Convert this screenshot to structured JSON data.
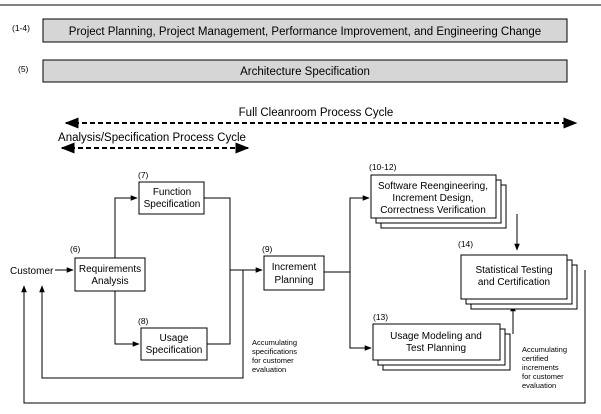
{
  "top_bars": [
    {
      "tag": "(1-4)",
      "label": "Project Planning, Project Management, Performance Improvement, and Engineering Change"
    },
    {
      "tag": "(5)",
      "label": "Architecture Specification"
    }
  ],
  "cycles": {
    "full": "Full Cleanroom Process Cycle",
    "analysis": "Analysis/Specification Process Cycle"
  },
  "customer": "Customer",
  "boxes": {
    "function_spec": {
      "tag": "(7)",
      "lines": [
        "Function",
        "Specification"
      ]
    },
    "requirements": {
      "tag": "(6)",
      "lines": [
        "Requirements",
        "Analysis"
      ]
    },
    "usage_spec": {
      "tag": "(8)",
      "lines": [
        "Usage",
        "Specification"
      ]
    },
    "increment_planning": {
      "tag": "(9)",
      "lines": [
        "Increment",
        "Planning"
      ]
    },
    "software_reeng": {
      "tag": "(10-12)",
      "lines": [
        "Software Reengineering,",
        "Increment Design,",
        "Correctness Verification"
      ]
    },
    "statistical_testing": {
      "tag": "(14)",
      "lines": [
        "Statistical Testing",
        "and  Certification"
      ]
    },
    "usage_modeling": {
      "tag": "(13)",
      "lines": [
        "Usage Modeling and",
        "Test Planning"
      ]
    }
  },
  "notes": {
    "accum_specs": [
      "Accumulating",
      "specifications",
      "for customer",
      "evaluation"
    ],
    "accum_certified": [
      "Accumulating",
      "certified",
      "increments",
      "for customer",
      "evaluation"
    ]
  }
}
